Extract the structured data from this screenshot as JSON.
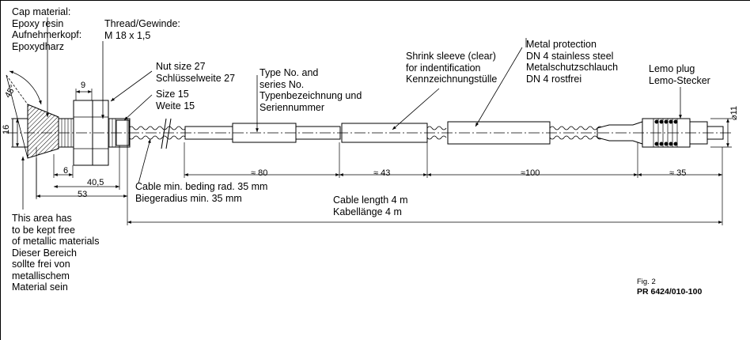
{
  "labels": {
    "cap_material": [
      "Cap material:",
      "Epoxy resin",
      "Aufnehmerkopf:",
      "Epoxydharz"
    ],
    "thread": [
      "Thread/Gewinde:",
      "M 18 x 1,5"
    ],
    "nut_size": [
      "Nut size 27",
      "Schlüsselweite 27"
    ],
    "size15": [
      "Size 15",
      "Weite 15"
    ],
    "type_no": [
      "Type No. and",
      "series No.",
      "Typenbezeichnung und",
      "Seriennummer"
    ],
    "shrink_sleeve": [
      "Shrink sleeve (clear)",
      "for indentification",
      "Kennzeichnungstülle"
    ],
    "metal_protection": [
      "Metal protection",
      "DN 4 stainless steel",
      "Metalschutzschlauch",
      "DN 4 rostfrei"
    ],
    "lemo": [
      "Lemo plug",
      "Lemo-Stecker"
    ],
    "cable_radius": [
      "Cable min. beding rad. 35 mm",
      "Biegeradius min. 35 mm"
    ],
    "cable_length": [
      "Cable length 4 m",
      "Kabellänge 4 m"
    ],
    "free_area": [
      "This area has",
      "to be kept free",
      "of metallic materials",
      "Dieser Bereich",
      "sollte frei von",
      "metallischem",
      "Material sein"
    ]
  },
  "dimensions": {
    "angle": "45°",
    "dia16": "16",
    "dim9": "9",
    "dim6": "6",
    "dim40_5": "40,5",
    "dim53": "53",
    "dim80": "≈ 80",
    "dim43": "≈ 43",
    "dim100": "≈100",
    "dim35": "≈ 35",
    "dia11": "⌀11"
  },
  "figure": {
    "fig_no": "Fig. 2",
    "part_no": "PR 6424/010-100"
  }
}
